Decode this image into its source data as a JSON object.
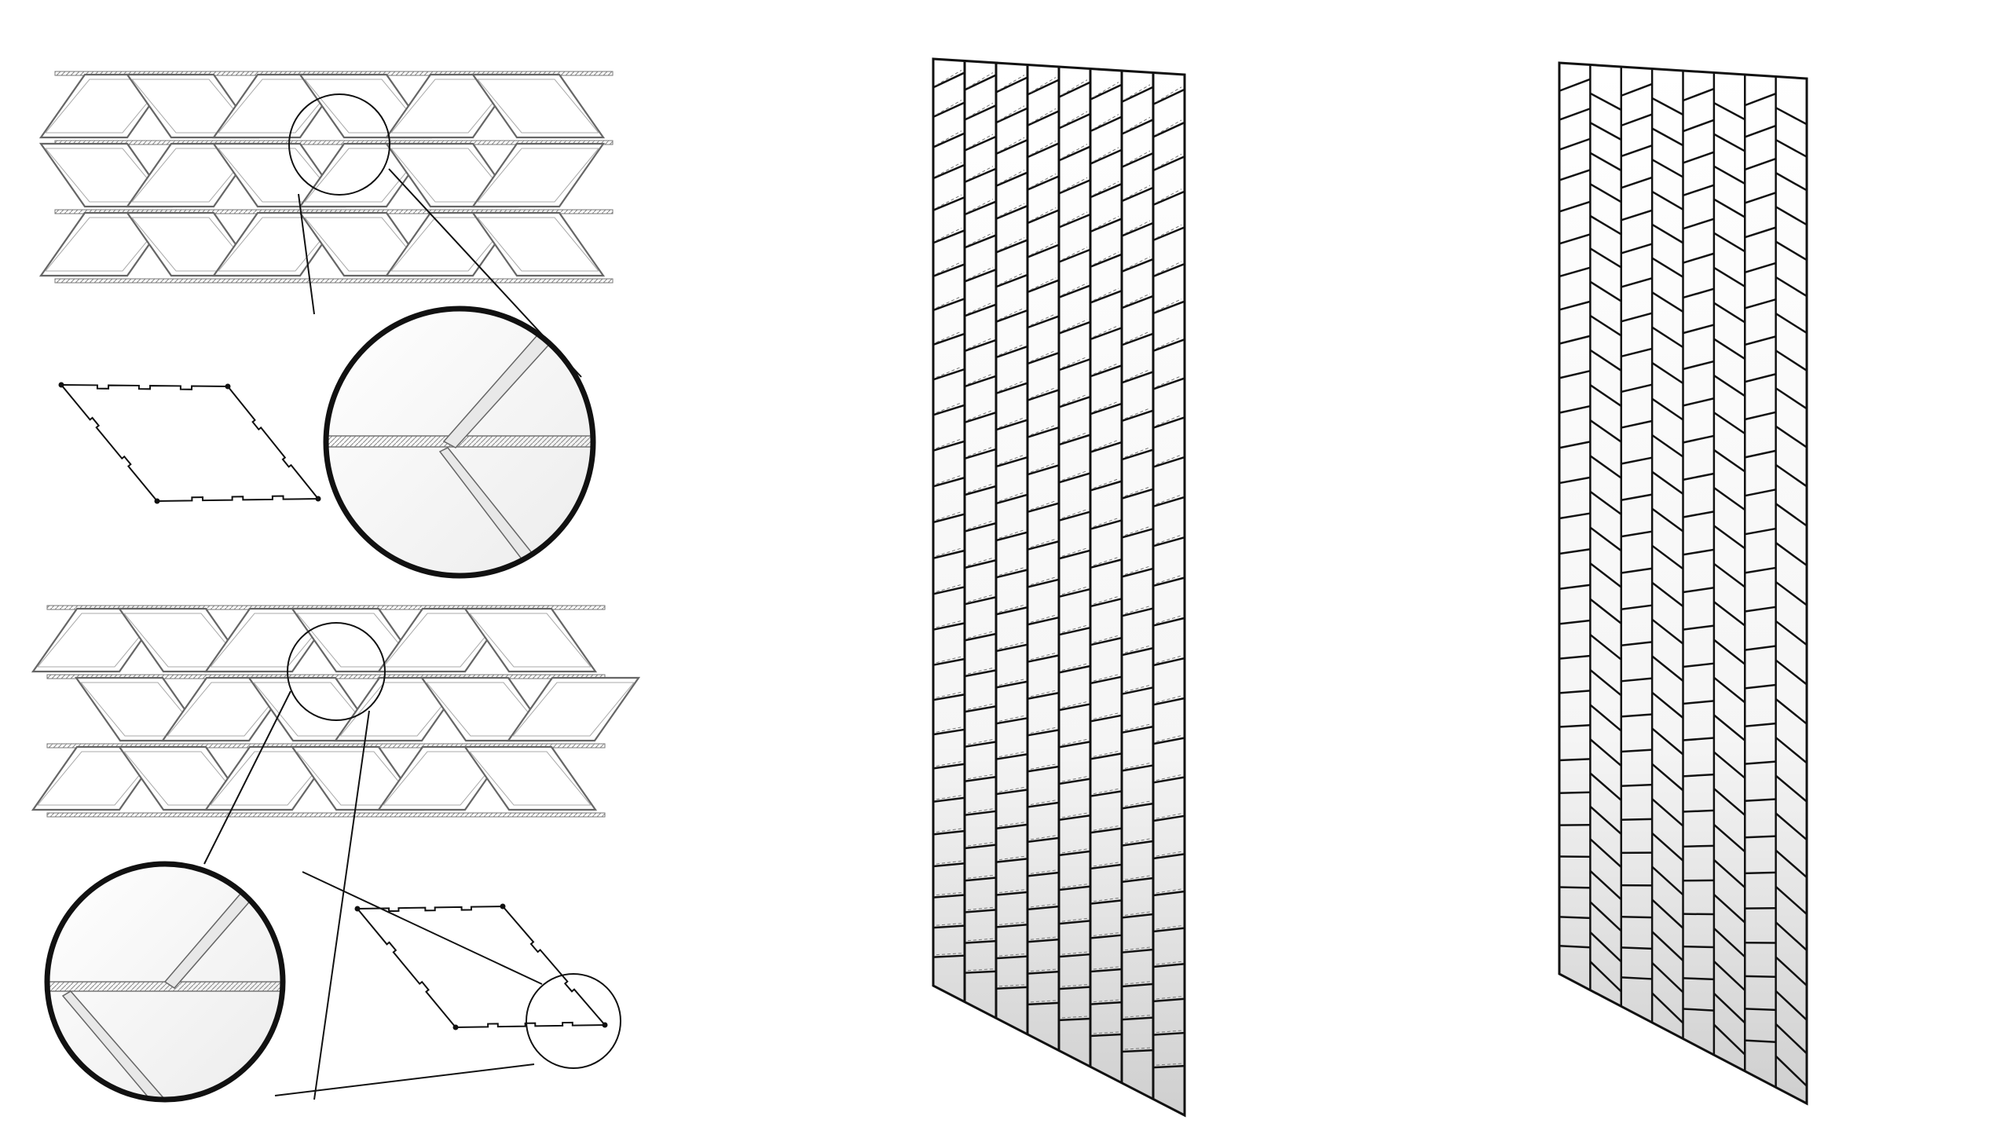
{
  "figure": {
    "panels": [
      {
        "id": "pattern-top",
        "kind": "chevron-tiling",
        "rows": 3,
        "state": "aligned"
      },
      {
        "id": "tile-top",
        "kind": "rhombus-tile-with-tabs"
      },
      {
        "id": "zoom-top",
        "kind": "detail-magnifier"
      },
      {
        "id": "pattern-bottom",
        "kind": "chevron-tiling",
        "rows": 3,
        "state": "offset"
      },
      {
        "id": "tile-bottom",
        "kind": "rhombus-tile-with-tabs"
      },
      {
        "id": "zoom-bottom",
        "kind": "detail-magnifier"
      },
      {
        "id": "tile-bottom-corner",
        "kind": "detail-magnifier"
      },
      {
        "id": "column-flat-tiles",
        "kind": "perspective-panel",
        "style": "offset-tiles",
        "columns": 8,
        "rows": 28
      },
      {
        "id": "column-folded",
        "kind": "perspective-panel",
        "style": "herringbone",
        "columns": 8,
        "rows": 28
      }
    ],
    "colors": {
      "line": "#111111",
      "line_light": "#777777",
      "fill_light": "#f4f4f4",
      "fill_dark": "#cfcfcf"
    }
  }
}
